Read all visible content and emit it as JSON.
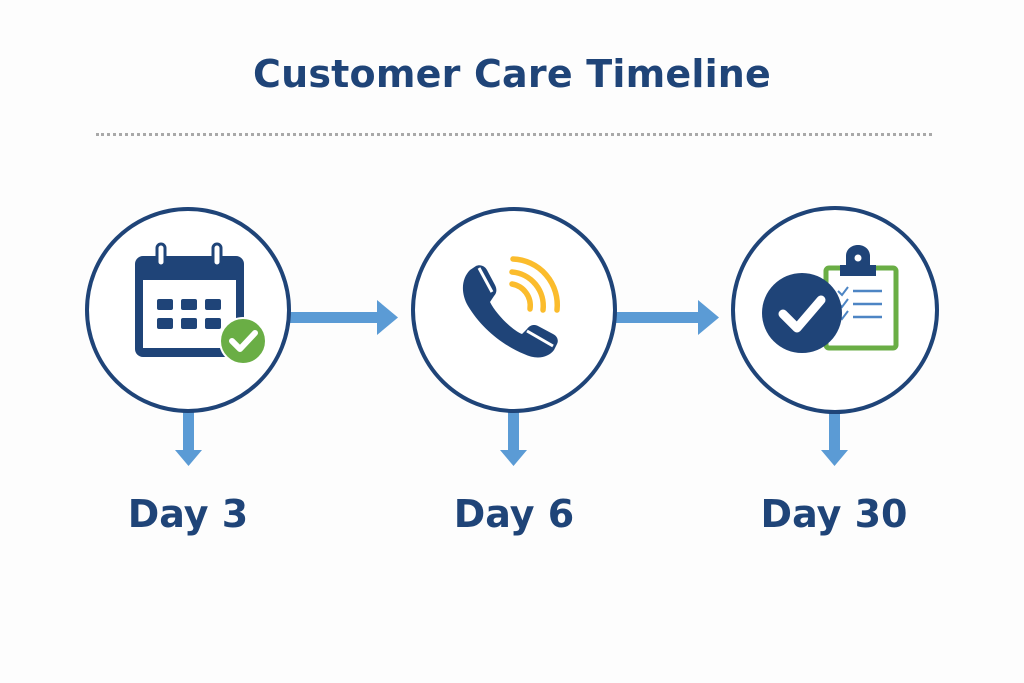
{
  "title": "Customer Care Timeline",
  "colors": {
    "primary": "#1f4478",
    "arrow": "#5b9bd5",
    "success": "#6aae45",
    "accent": "#fbbc2c",
    "divider": "#a9a9a9"
  },
  "steps": [
    {
      "label": "Day 3",
      "icon": "calendar-check-icon"
    },
    {
      "label": "Day 6",
      "icon": "phone-ringing-icon"
    },
    {
      "label": "Day 30",
      "icon": "clipboard-checklist-icon"
    }
  ]
}
